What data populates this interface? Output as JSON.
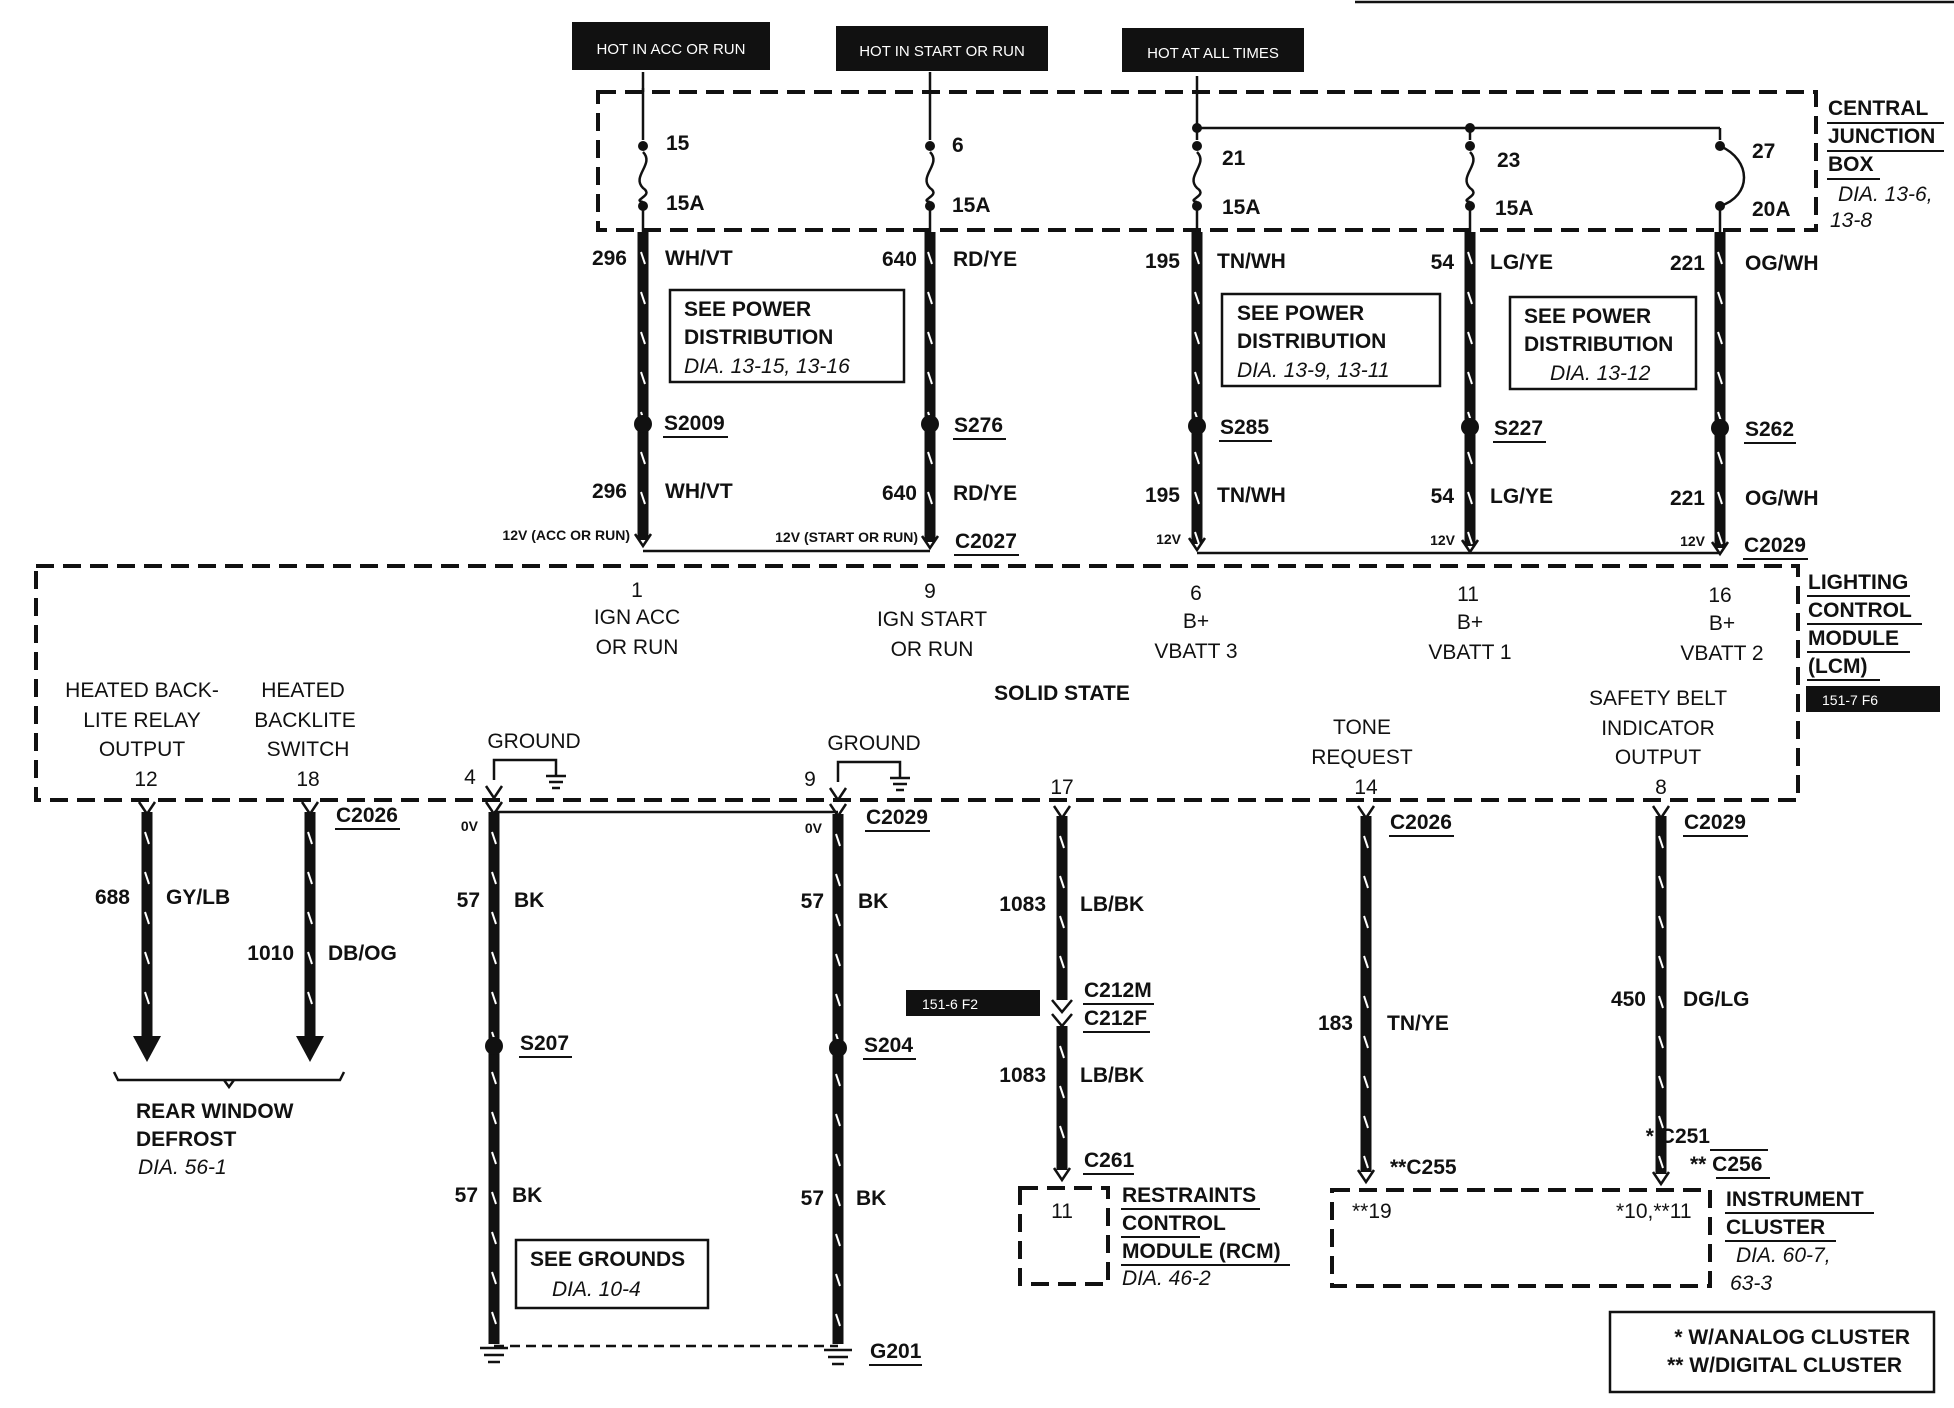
{
  "headers": {
    "acc_run": "HOT IN ACC OR RUN",
    "start_run": "HOT IN START OR RUN",
    "all_times": "HOT AT ALL TIMES"
  },
  "cjb": {
    "name": [
      "CENTRAL",
      "JUNCTION",
      "BOX"
    ],
    "ref": [
      "DIA. 13-6,",
      "13-8"
    ]
  },
  "fuses": [
    {
      "num": "15",
      "amps": "15A"
    },
    {
      "num": "6",
      "amps": "15A"
    },
    {
      "num": "21",
      "amps": "15A"
    },
    {
      "num": "23",
      "amps": "15A"
    },
    {
      "num": "27",
      "amps": "20A"
    }
  ],
  "upper_circuits": [
    {
      "circuit": "296",
      "color": "WH/VT",
      "splice": "S2009",
      "pin": "1",
      "func": [
        "IGN ACC",
        "OR RUN"
      ],
      "voltage": "12V (ACC OR RUN)"
    },
    {
      "circuit": "640",
      "color": "RD/YE",
      "splice": "S276",
      "pin": "9",
      "func": [
        "IGN START",
        "OR RUN"
      ],
      "voltage": "12V (START OR RUN)"
    },
    {
      "circuit": "195",
      "color": "TN/WH",
      "splice": "S285",
      "pin": "6",
      "func": [
        "B+",
        "VBATT 3"
      ],
      "voltage": "12V"
    },
    {
      "circuit": "54",
      "color": "LG/YE",
      "splice": "S227",
      "pin": "11",
      "func": [
        "B+",
        "VBATT 1"
      ],
      "voltage": "12V"
    },
    {
      "circuit": "221",
      "color": "OG/WH",
      "splice": "S262",
      "pin": "16",
      "func": [
        "B+",
        "VBATT 2"
      ],
      "voltage": "12V"
    }
  ],
  "see_power": [
    {
      "title": [
        "SEE POWER",
        "DISTRIBUTION"
      ],
      "ref": "DIA. 13-15, 13-16"
    },
    {
      "title": [
        "SEE POWER",
        "DISTRIBUTION"
      ],
      "ref": "DIA. 13-9, 13-11"
    },
    {
      "title": [
        "SEE POWER",
        "DISTRIBUTION"
      ],
      "ref": "DIA. 13-12"
    }
  ],
  "connectors": {
    "c2027": "C2027",
    "c2029_top": "C2029",
    "c2026_a": "C2026",
    "c2029_b": "C2029",
    "c2026_c": "C2026",
    "c2029_d": "C2029",
    "c212m": "C212M",
    "c212f": "C212F",
    "c261": "C261",
    "c255": "**C255",
    "c251": "* C251",
    "c256": "** C256"
  },
  "lcm": {
    "name": [
      "LIGHTING",
      "CONTROL",
      "MODULE",
      "(LCM)"
    ],
    "ref_tag": "151-7 F6",
    "solid_state": "SOLID STATE"
  },
  "lower_pins": [
    {
      "func": [
        "HEATED BACK-",
        "LITE RELAY",
        "OUTPUT"
      ],
      "pin": "12",
      "circuit": "688",
      "color": "GY/LB"
    },
    {
      "func": [
        "HEATED",
        "BACKLITE",
        "SWITCH"
      ],
      "pin": "18",
      "circuit": "1010",
      "color": "DB/OG"
    },
    {
      "func": [
        "GROUND"
      ],
      "pin": "4",
      "circuit": "57",
      "color": "BK",
      "voltage": "0V",
      "splice": "S207",
      "circuit2": "57",
      "color2": "BK"
    },
    {
      "func": [
        "GROUND"
      ],
      "pin": "9",
      "circuit": "57",
      "color": "BK",
      "voltage": "0V",
      "splice": "S204",
      "circuit2": "57",
      "color2": "BK"
    },
    {
      "func": [],
      "pin": "17",
      "circuit": "1083",
      "color": "LB/BK",
      "circuit2": "1083",
      "color2": "LB/BK"
    },
    {
      "func": [
        "TONE",
        "REQUEST"
      ],
      "pin": "14",
      "circuit": "183",
      "color": "TN/YE"
    },
    {
      "func": [
        "SAFETY BELT",
        "INDICATOR",
        "OUTPUT"
      ],
      "pin": "8",
      "circuit": "450",
      "color": "DG/LG"
    }
  ],
  "ref_tag_2": "151-6 F2",
  "rear_defrost": {
    "name": [
      "REAR WINDOW",
      "DEFROST"
    ],
    "ref": "DIA. 56-1"
  },
  "see_grounds": {
    "title": "SEE GROUNDS",
    "ref": "DIA. 10-4"
  },
  "ground_point": "G201",
  "rcm": {
    "pin": "11",
    "name": [
      "RESTRAINTS",
      "CONTROL",
      "MODULE (RCM)"
    ],
    "ref": "DIA. 46-2"
  },
  "cluster": {
    "pin_a": "**19",
    "pin_b": "*10,**11",
    "name": [
      "INSTRUMENT",
      "CLUSTER"
    ],
    "ref": [
      "DIA. 60-7,",
      "63-3"
    ]
  },
  "legend": [
    "* W/ANALOG CLUSTER",
    "** W/DIGITAL CLUSTER"
  ]
}
